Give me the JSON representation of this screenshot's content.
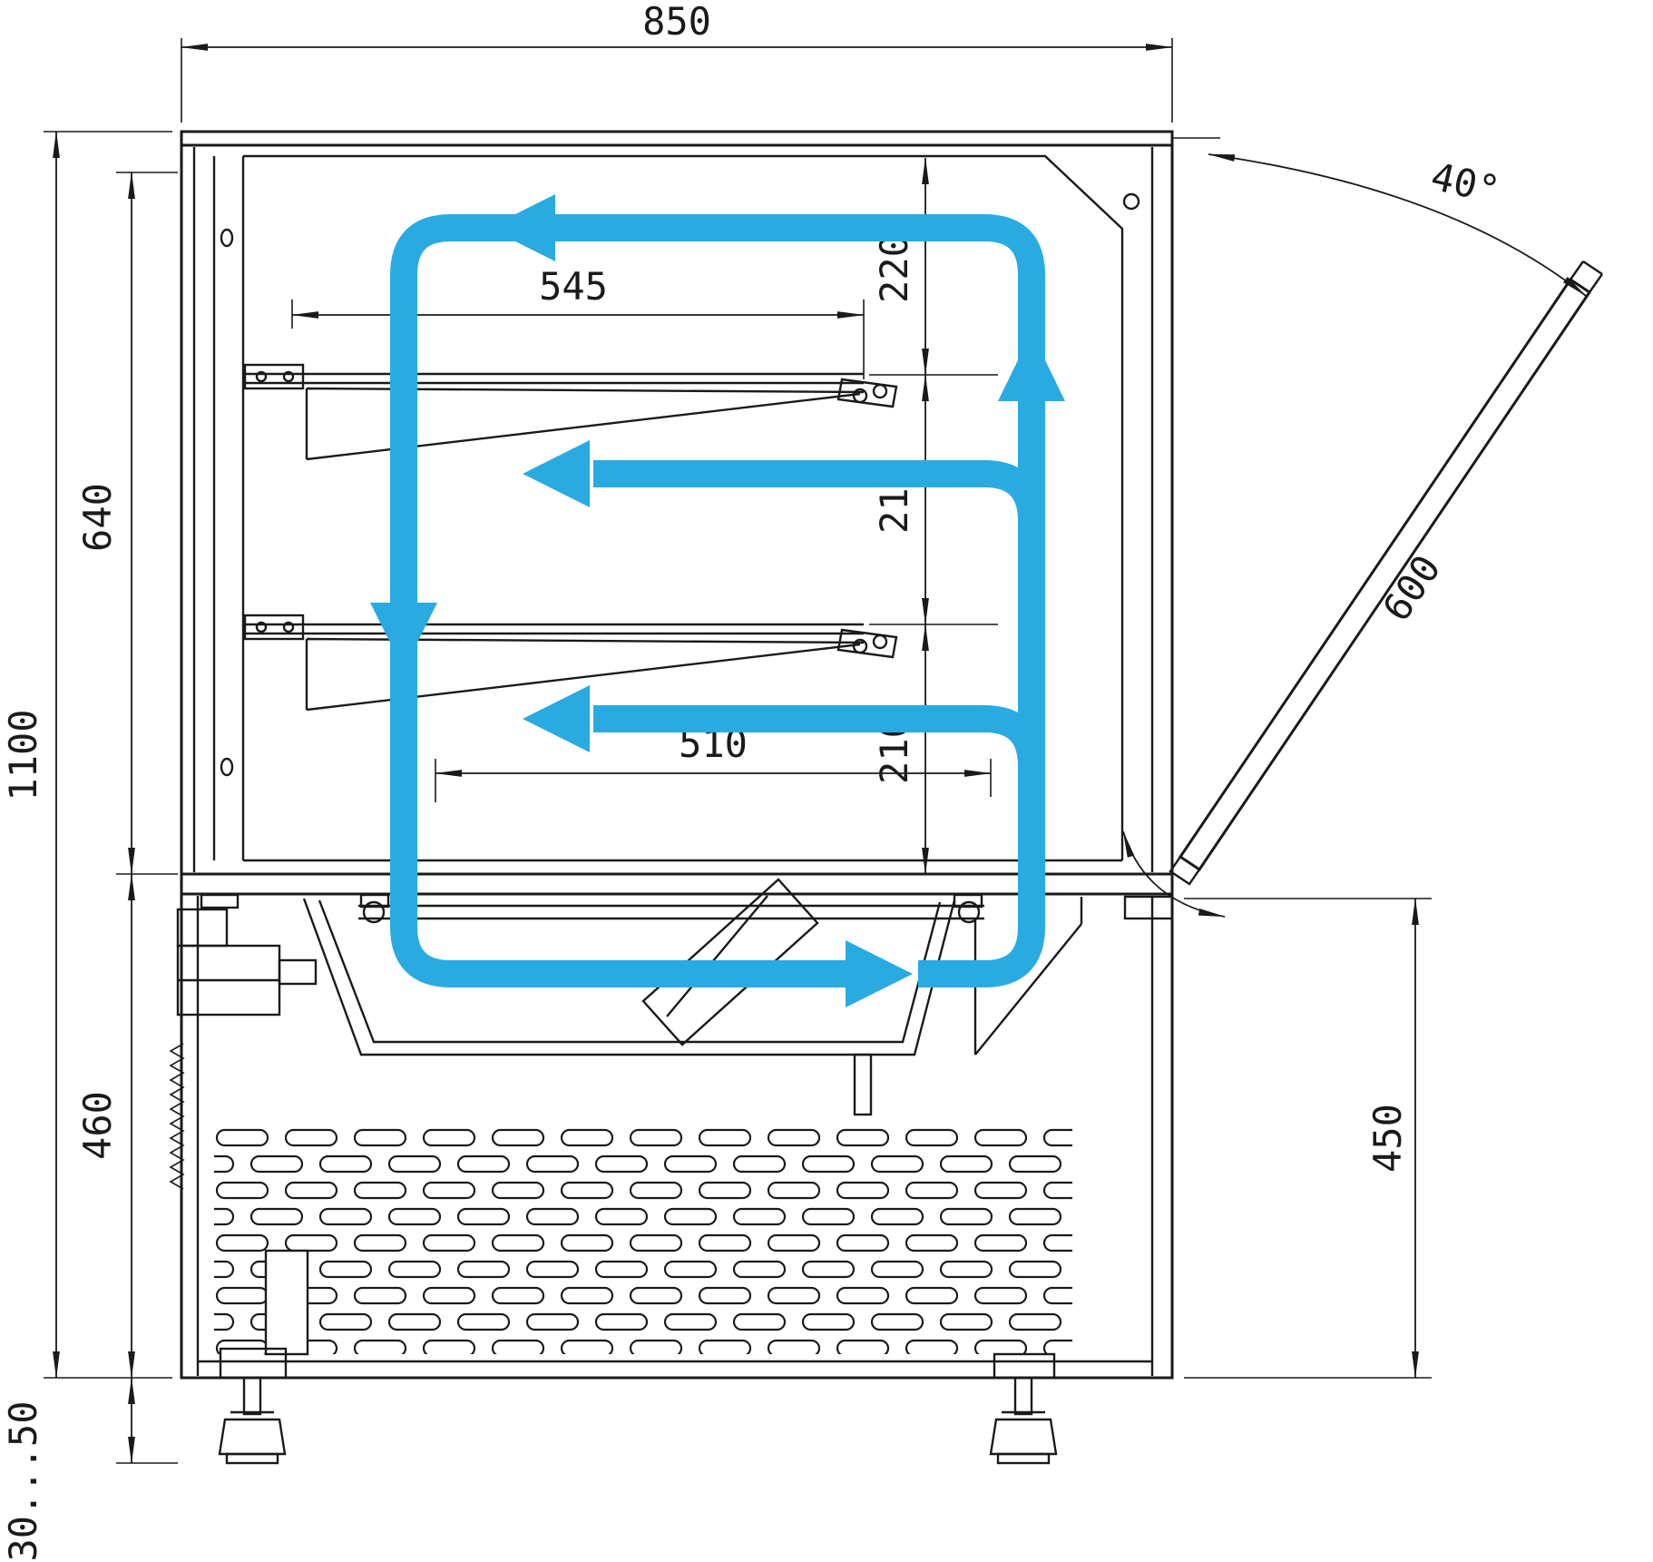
{
  "dimensions": {
    "overall_width": "850",
    "overall_height": "1100",
    "display_height": "640",
    "base_height": "460",
    "feet_adjust": "30...50",
    "rear_height": "450",
    "shelf_upper_length": "545",
    "shelf_lower_length": "510",
    "gap_top": "220",
    "gap_mid": "210",
    "gap_bottom": "210",
    "door_angle": "40°",
    "door_length": "600"
  },
  "colors": {
    "airflow": "#29abe2",
    "line": "#1a1a1a"
  }
}
